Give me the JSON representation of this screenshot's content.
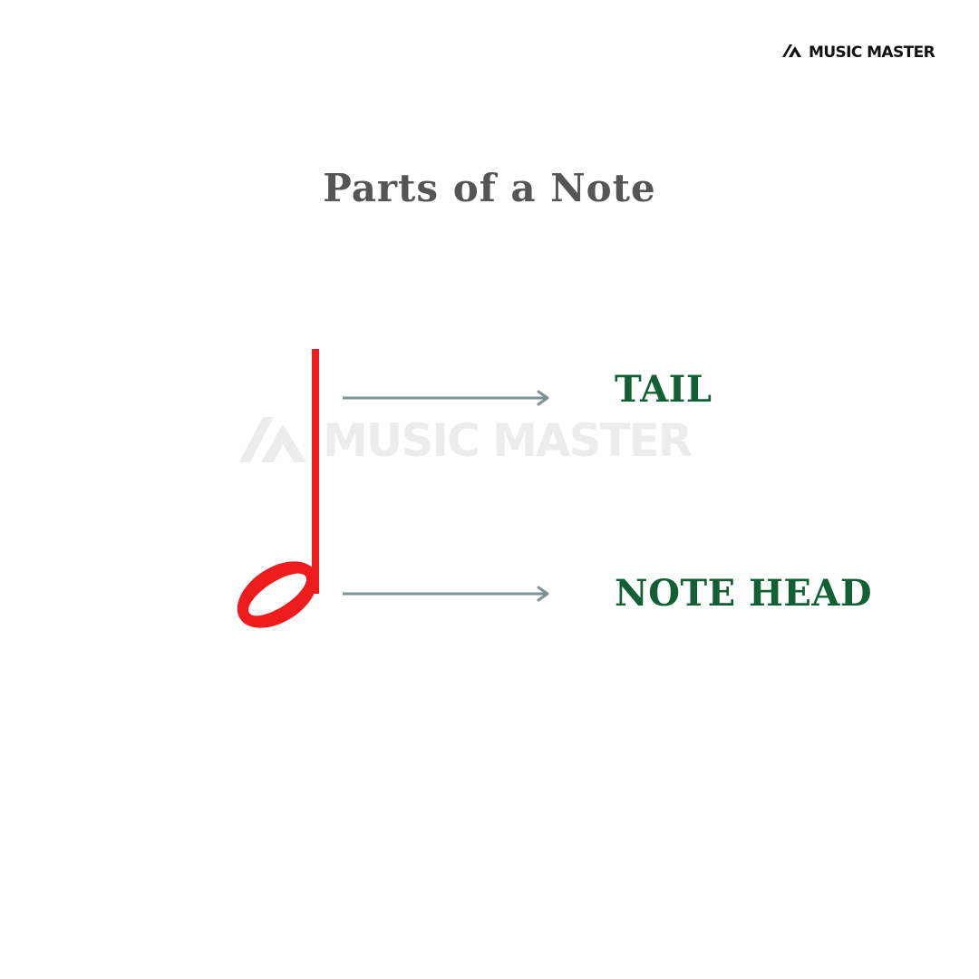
{
  "brand": {
    "name": "MUSIC MASTER",
    "icon": "music-master-logo-icon"
  },
  "title": "Parts of a Note",
  "watermark": {
    "text": "MUSIC MASTER",
    "icon": "music-master-logo-icon"
  },
  "diagram": {
    "note_icon": "half-note-icon",
    "note_color": "#EE1C1C",
    "arrow_color": "#7E9396",
    "label_color": "#116034",
    "parts": [
      {
        "label": "TAIL"
      },
      {
        "label": "NOTE HEAD"
      }
    ]
  }
}
